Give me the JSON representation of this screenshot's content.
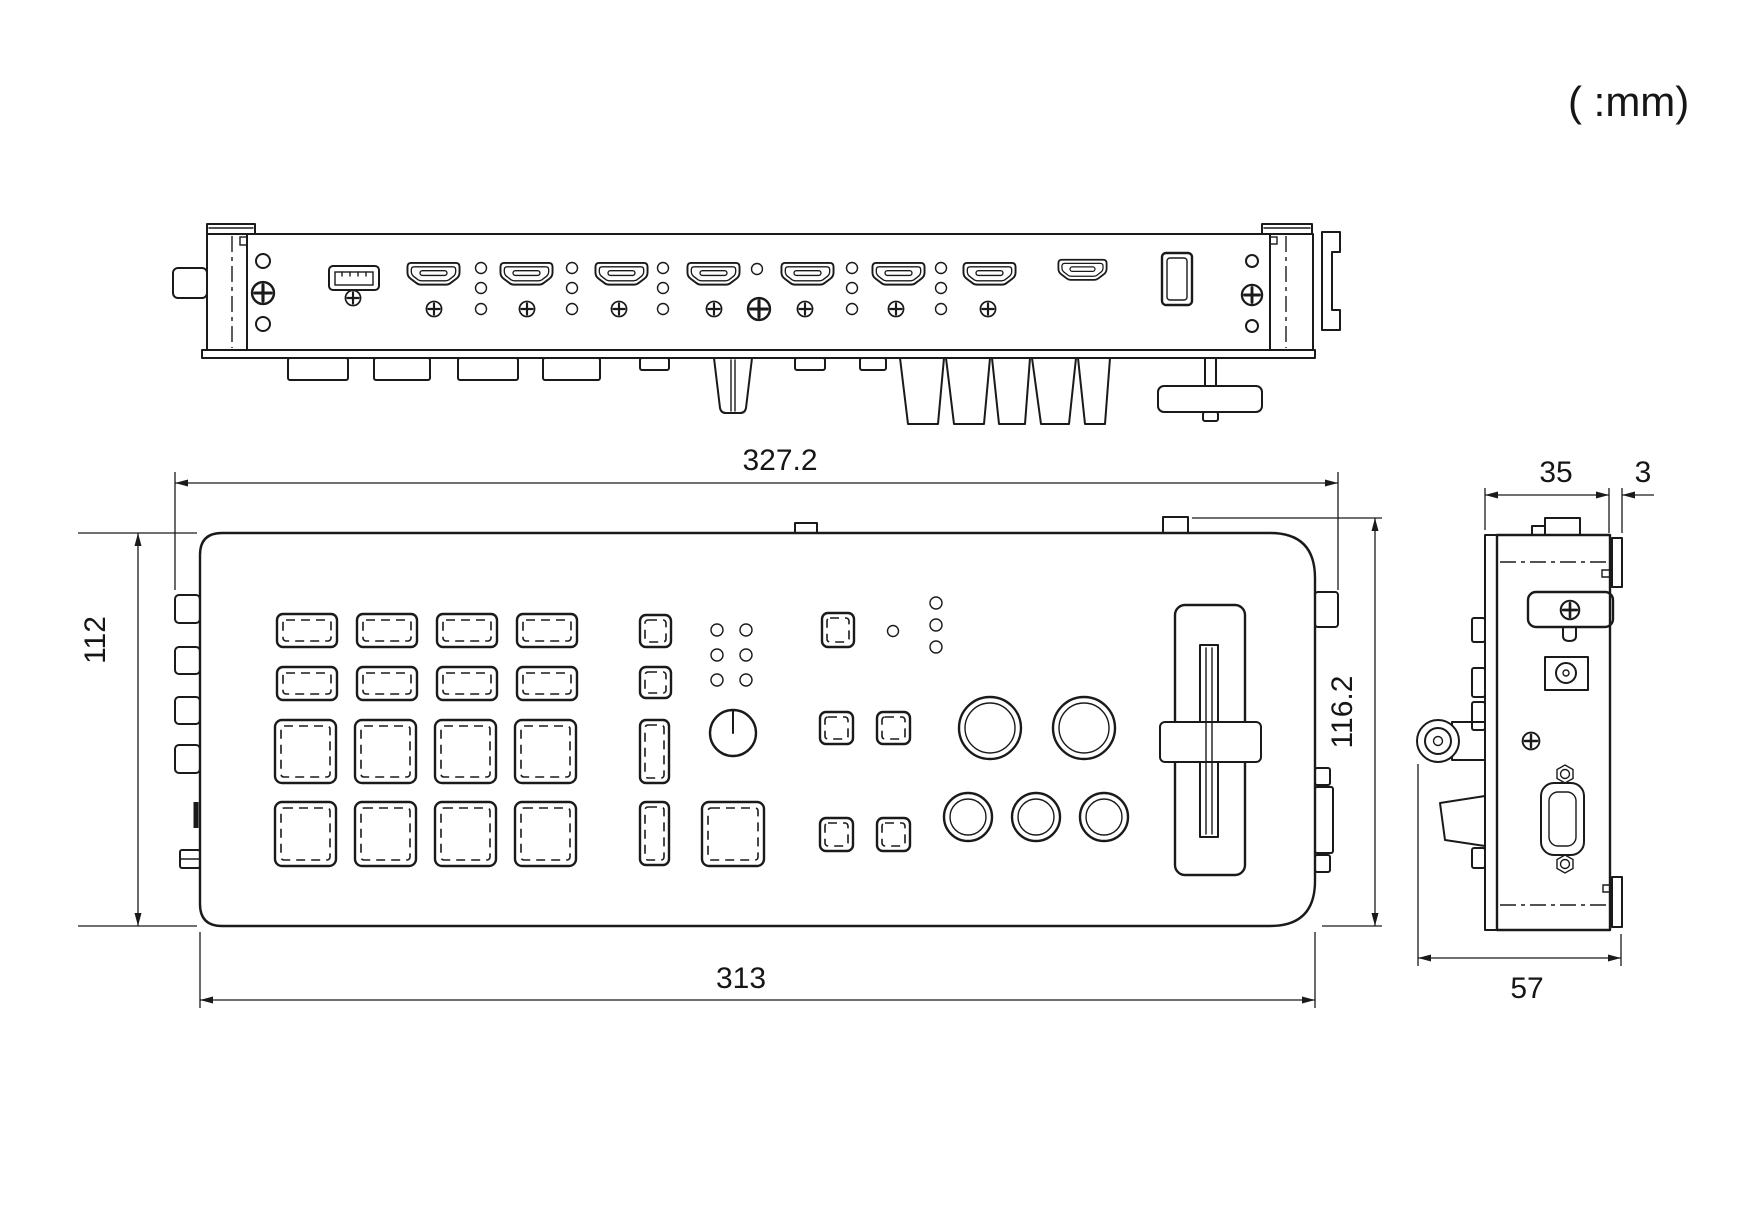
{
  "unit_note": "( :mm)",
  "dimensions": {
    "top_overall_width": "327.2",
    "top_body_width": "313",
    "top_depth": "112",
    "top_overall_depth": "116.2",
    "side_top_width": "35",
    "side_plate_thickness": "3",
    "side_overall_depth": "57"
  },
  "colors": {
    "line": "#1a1a1a",
    "background": "#ffffff"
  }
}
